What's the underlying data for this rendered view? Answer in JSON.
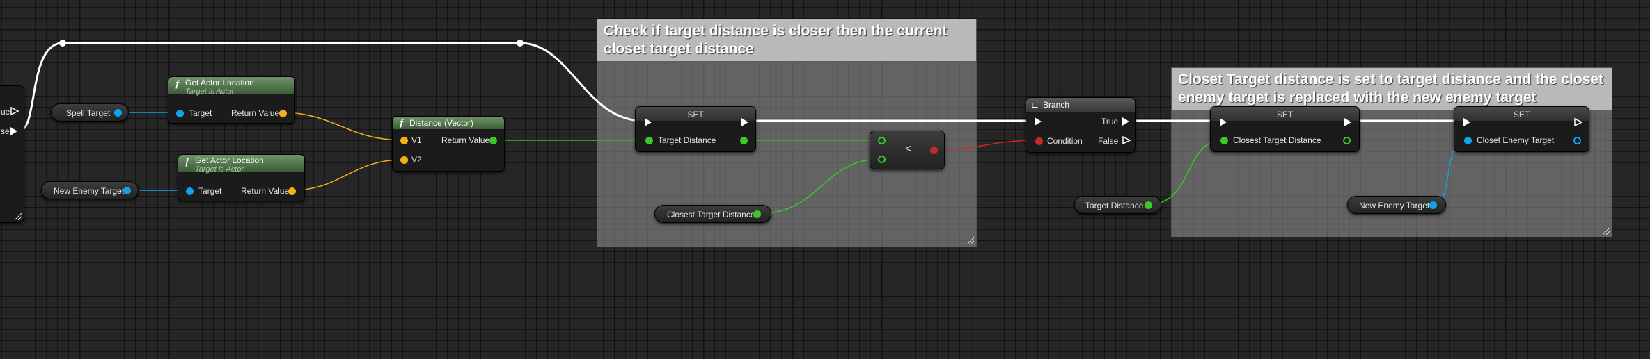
{
  "comments": {
    "check": "Check if target distance is closer then the current closet target distance",
    "closet": "Closet Target distance is set to target distance and the closet enemy target is replaced with the new enemy target"
  },
  "partial_node": {
    "pin1": "ue",
    "pin2": "se"
  },
  "variables": {
    "spell_target": "Spell Target",
    "new_enemy_target_1": "New Enemy Target",
    "closest_target_distance": "Closest Target Distance",
    "target_distance": "Target Distance",
    "new_enemy_target_2": "New Enemy Target"
  },
  "get_actor_location": {
    "title": "Get Actor Location",
    "subtitle": "Target is Actor",
    "in_pin": "Target",
    "out_pin": "Return Value"
  },
  "distance_vector": {
    "title": "Distance (Vector)",
    "v1": "V1",
    "v2": "V2",
    "out_pin": "Return Value"
  },
  "set_node": {
    "title": "SET"
  },
  "set1": {
    "pin": "Target Distance"
  },
  "set2": {
    "pin": "Closest Target Distance"
  },
  "set3": {
    "pin": "Closet Enemy Target"
  },
  "compare": {
    "symbol": "<"
  },
  "branch": {
    "title": "Branch",
    "condition": "Condition",
    "true": "True",
    "false": "False"
  },
  "colors": {
    "exec": "#ffffff",
    "object": "#0ea3ec",
    "vector": "#f3b018",
    "float": "#3ac72a",
    "bool": "#c8282a",
    "function_header": "#5a8153"
  },
  "icons": [
    "function-icon",
    "branch-icon",
    "exec-pin-icon",
    "resize-grip-icon"
  ]
}
